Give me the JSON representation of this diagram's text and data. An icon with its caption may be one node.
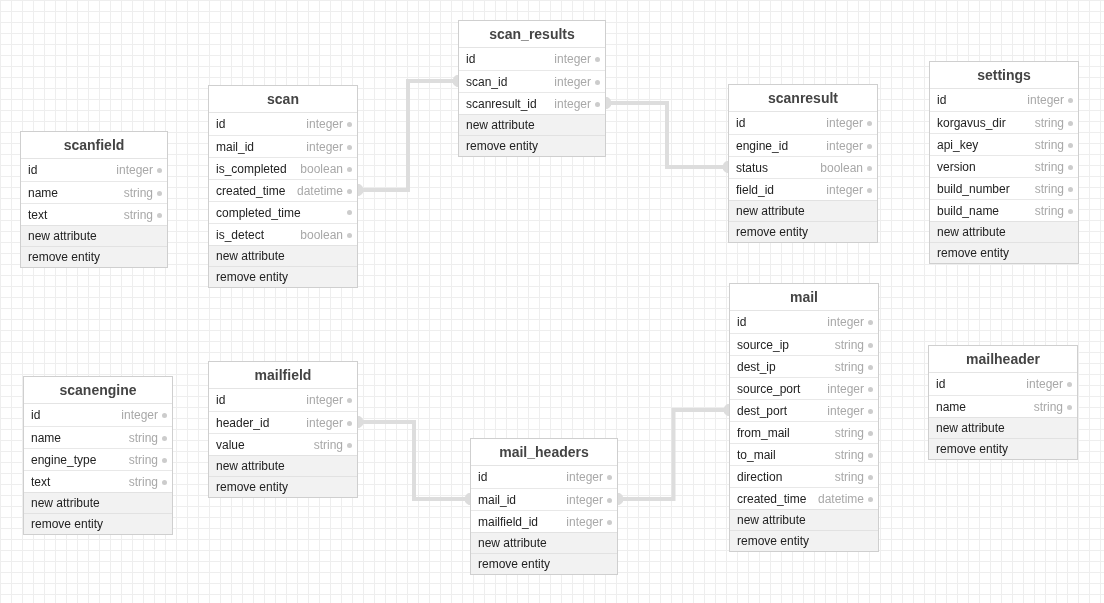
{
  "diagram": {
    "nodes": [
      {
        "text": [
          "scan_results"
        ]
      },
      {
        "text": [
          "id",
          "integer"
        ],
        "in": 0
      },
      {
        "text": [
          "scan_id",
          "integer"
        ],
        "in": 0
      },
      {
        "text": [
          "scanresult_id",
          "integer"
        ],
        "in": 0
      },
      {
        "text": [
          "new attribute"
        ],
        "in": 0
      },
      {
        "text": [
          "remove entity"
        ],
        "in": 0
      },
      {
        "text": [
          "scan"
        ]
      },
      {
        "text": [
          "id",
          "integer"
        ],
        "in": 6
      },
      {
        "text": [
          "mail_id",
          "integer"
        ],
        "in": 6
      },
      {
        "text": [
          "is_completed",
          "boolean"
        ],
        "in": 6
      },
      {
        "text": [
          "created_time",
          "datetime"
        ],
        "in": 6
      },
      {
        "text": [
          "completed_time"
        ],
        "in": 6
      },
      {
        "text": [
          "is_detect",
          "boolean"
        ],
        "in": 6
      },
      {
        "text": [
          "new attribute"
        ],
        "in": 6
      },
      {
        "text": [
          "remove entity"
        ],
        "in": 6
      },
      {
        "text": [
          "scanresult"
        ]
      },
      {
        "text": [
          "id",
          "integer"
        ],
        "in": 15
      },
      {
        "text": [
          "engine_id",
          "integer"
        ],
        "in": 15
      },
      {
        "text": [
          "status",
          "boolean"
        ],
        "in": 15
      },
      {
        "text": [
          "field_id",
          "integer"
        ],
        "in": 15
      },
      {
        "text": [
          "new attribute"
        ],
        "in": 15
      },
      {
        "text": [
          "remove entity"
        ],
        "in": 15
      },
      {
        "text": [
          "settings"
        ]
      },
      {
        "text": [
          "id",
          "integer"
        ],
        "in": 22
      },
      {
        "text": [
          "korgavus_dir",
          "string"
        ],
        "in": 22
      },
      {
        "text": [
          "api_key",
          "string"
        ],
        "in": 22
      },
      {
        "text": [
          "version",
          "string"
        ],
        "in": 22
      },
      {
        "text": [
          "build_number",
          "string"
        ],
        "in": 22
      },
      {
        "text": [
          "build_name",
          "string"
        ],
        "in": 22
      },
      {
        "text": [
          "new attribute"
        ],
        "in": 22
      },
      {
        "text": [
          "remove entity"
        ],
        "in": 22
      },
      {
        "text": [
          "scanfield"
        ]
      },
      {
        "text": [
          "id",
          "integer"
        ],
        "in": 31
      },
      {
        "text": [
          "name",
          "string"
        ],
        "in": 31
      },
      {
        "text": [
          "text",
          "string"
        ],
        "in": 31
      },
      {
        "text": [
          "new attribute"
        ],
        "in": 31
      },
      {
        "text": [
          "remove entity"
        ],
        "in": 31
      },
      {
        "text": [
          "mail"
        ]
      },
      {
        "text": [
          "id",
          "integer"
        ],
        "in": 37
      },
      {
        "text": [
          "source_ip",
          "string"
        ],
        "in": 37
      },
      {
        "text": [
          "dest_ip",
          "string"
        ],
        "in": 37
      },
      {
        "text": [
          "source_port",
          "integer"
        ],
        "in": 37
      },
      {
        "text": [
          "dest_port",
          "integer"
        ],
        "in": 37
      },
      {
        "text": [
          "from_mail",
          "string"
        ],
        "in": 37
      },
      {
        "text": [
          "to_mail",
          "string"
        ],
        "in": 37
      },
      {
        "text": [
          "direction",
          "string"
        ],
        "in": 37
      },
      {
        "text": [
          "created_time",
          "datetime"
        ],
        "in": 37
      },
      {
        "text": [
          "new attribute"
        ],
        "in": 37
      },
      {
        "text": [
          "remove entity"
        ],
        "in": 37
      },
      {
        "text": [
          "mailheader"
        ]
      },
      {
        "text": [
          "id",
          "integer"
        ],
        "in": 49
      },
      {
        "text": [
          "name",
          "string"
        ],
        "in": 49
      },
      {
        "text": [
          "new attribute"
        ],
        "in": 49
      },
      {
        "text": [
          "remove entity"
        ],
        "in": 49
      },
      {
        "text": [
          "mailfield"
        ]
      },
      {
        "text": [
          "id",
          "integer"
        ],
        "in": 54
      },
      {
        "text": [
          "header_id",
          "integer"
        ],
        "in": 54
      },
      {
        "text": [
          "value",
          "string"
        ],
        "in": 54
      },
      {
        "text": [
          "new attribute"
        ],
        "in": 54
      },
      {
        "text": [
          "remove entity"
        ],
        "in": 54
      },
      {
        "text": [
          "scanengine"
        ]
      },
      {
        "text": [
          "id",
          "integer"
        ],
        "in": 60
      },
      {
        "text": [
          "name",
          "string"
        ],
        "in": 60
      },
      {
        "text": [
          "engine_type",
          "string"
        ],
        "in": 60
      },
      {
        "text": [
          "text",
          "string"
        ],
        "in": 60
      },
      {
        "text": [
          "new attribute"
        ],
        "in": 60
      },
      {
        "text": [
          "remove entity"
        ],
        "in": 60
      },
      {
        "text": [
          "mail_headers"
        ]
      },
      {
        "text": [
          "id",
          "integer"
        ],
        "in": 67
      },
      {
        "text": [
          "mail_id",
          "integer"
        ],
        "in": 67
      },
      {
        "text": [
          "mailfield_id",
          "integer"
        ],
        "in": 67
      },
      {
        "text": [
          "new attribute"
        ],
        "in": 67
      },
      {
        "text": [
          "remove entity"
        ],
        "in": 67
      }
    ],
    "edges": [
      {
        "from": 10,
        "to": 2,
        "arrow": "other"
      },
      {
        "from": 3,
        "to": 18,
        "arrow": "other"
      },
      {
        "from": 56,
        "to": 69,
        "arrow": "other"
      },
      {
        "from": 69,
        "to": 42,
        "arrow": "other"
      }
    ]
  }
}
